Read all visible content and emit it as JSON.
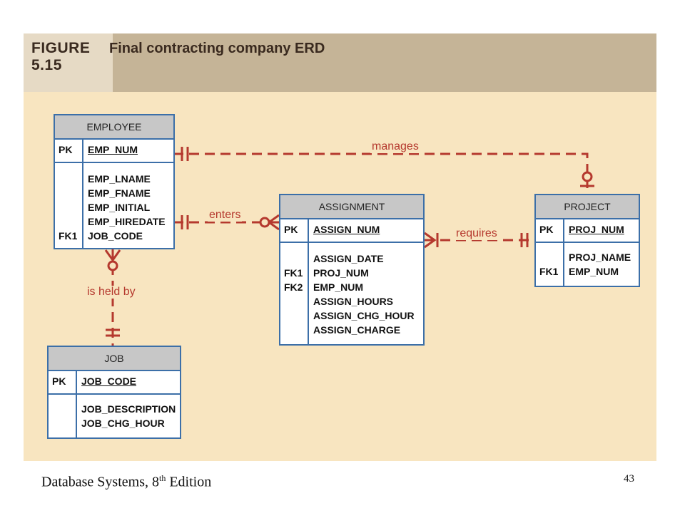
{
  "figure": {
    "label_line1": "FIGURE",
    "label_line2": "5.15",
    "title": "Final contracting company ERD"
  },
  "entities": {
    "employee": {
      "name": "EMPLOYEE",
      "pk_label": "PK",
      "pk_attr": "EMP_NUM",
      "fk_label": "FK1",
      "attrs": [
        "EMP_LNAME",
        "EMP_FNAME",
        "EMP_INITIAL",
        "EMP_HIREDATE",
        "JOB_CODE"
      ]
    },
    "assignment": {
      "name": "ASSIGNMENT",
      "pk_label": "PK",
      "pk_attr": "ASSIGN_NUM",
      "fk1_label": "FK1",
      "fk2_label": "FK2",
      "attrs": [
        "ASSIGN_DATE",
        "PROJ_NUM",
        "EMP_NUM",
        "ASSIGN_HOURS",
        "ASSIGN_CHG_HOUR",
        "ASSIGN_CHARGE"
      ]
    },
    "project": {
      "name": "PROJECT",
      "pk_label": "PK",
      "pk_attr": "PROJ_NUM",
      "fk_label": "FK1",
      "attrs": [
        "PROJ_NAME",
        "EMP_NUM"
      ]
    },
    "job": {
      "name": "JOB",
      "pk_label": "PK",
      "pk_attr": "JOB_CODE",
      "attrs": [
        "JOB_DESCRIPTION",
        "JOB_CHG_HOUR"
      ]
    }
  },
  "relationships": {
    "manages": "manages",
    "enters": "enters",
    "requires": "requires",
    "is_held_by": "is held by"
  },
  "colors": {
    "relationship_line": "#b5392e",
    "entity_border": "#3c6fa8",
    "figure_background": "#f8e5c0"
  },
  "footer": {
    "title_pre": "Database Systems, 8",
    "title_sup": "th",
    "title_post": " Edition",
    "page_number": "43"
  }
}
